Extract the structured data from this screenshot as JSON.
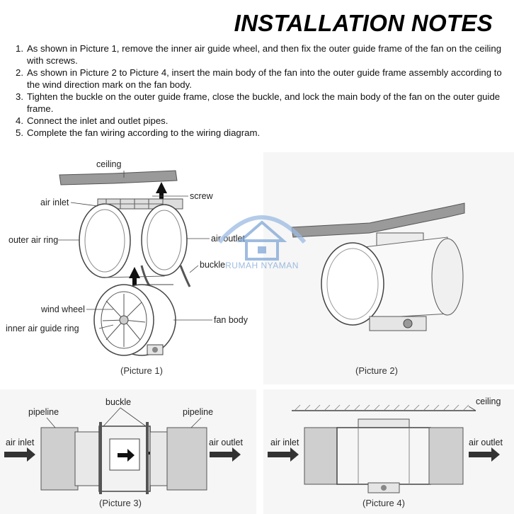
{
  "header": {
    "title": "INSTALLATION NOTES"
  },
  "notes": [
    {
      "num": "1.",
      "text": "As shown in Picture 1, remove the inner air guide wheel, and then fix the outer guide frame of the fan on the ceiling with screws."
    },
    {
      "num": "2.",
      "text": "As shown in Picture 2 to Picture 4, insert the main body of the fan into the outer guide frame assembly according to the wind direction mark on the fan body."
    },
    {
      "num": "3.",
      "text": "Tighten the buckle on the outer guide frame, close the buckle, and lock the main body of the fan on the outer guide frame."
    },
    {
      "num": "4.",
      "text": "Connect the inlet and outlet pipes."
    },
    {
      "num": "5.",
      "text": "Complete the fan wiring according to the wiring diagram."
    }
  ],
  "picture1": {
    "caption": "(Picture 1)",
    "labels": {
      "ceiling": "ceiling",
      "screw": "screw",
      "air_inlet": "air inlet",
      "outer_air_ring": "outer air ring",
      "air_outlet": "air outlet",
      "buckle": "buckle",
      "wind_wheel": "wind wheel",
      "inner_ring": "inner air guide ring",
      "fan_body": "fan body"
    }
  },
  "picture2": {
    "caption": "(Picture 2)"
  },
  "picture3": {
    "caption": "(Picture 3)",
    "labels": {
      "buckle": "buckle",
      "pipeline_left": "pipeline",
      "pipeline_right": "pipeline",
      "air_inlet": "air inlet",
      "air_outlet": "air outlet"
    }
  },
  "picture4": {
    "caption": "(Picture 4)",
    "labels": {
      "ceiling": "ceiling",
      "air_inlet": "air inlet",
      "air_outlet": "air outlet"
    }
  },
  "watermark": {
    "text": "RUMAH NYAMAN",
    "color": "#7fa6d6"
  }
}
